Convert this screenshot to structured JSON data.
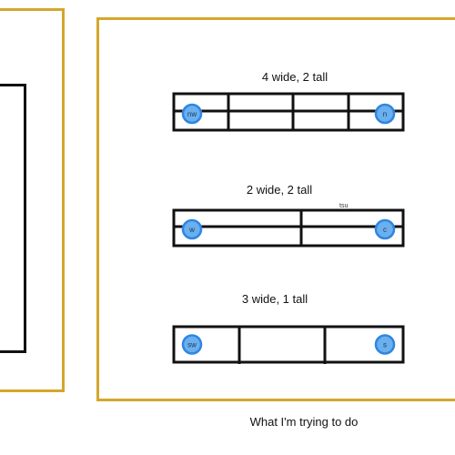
{
  "caption": "What I'm trying to do",
  "colors": {
    "panel_border": "#d4a72c",
    "grid_line": "#111111",
    "marker_fill": "#6ab0ee",
    "marker_ring": "#2f86df"
  },
  "layouts": [
    {
      "label": "4 wide, 2 tall",
      "columns": 4,
      "rows": 2,
      "markers": [
        {
          "text": "nw",
          "corner": "left"
        },
        {
          "text": "n",
          "corner": "right"
        }
      ]
    },
    {
      "label": "2 wide, 2 tall",
      "columns": 2,
      "rows": 2,
      "markers": [
        {
          "text": "w",
          "corner": "left"
        },
        {
          "text": "c",
          "corner": "right"
        }
      ]
    },
    {
      "label": "3 wide, 1 tall",
      "columns": 3,
      "rows": 1,
      "markers": [
        {
          "text": "sw",
          "corner": "left"
        },
        {
          "text": "s",
          "corner": "right"
        }
      ]
    }
  ],
  "stray_mark": "tsu"
}
